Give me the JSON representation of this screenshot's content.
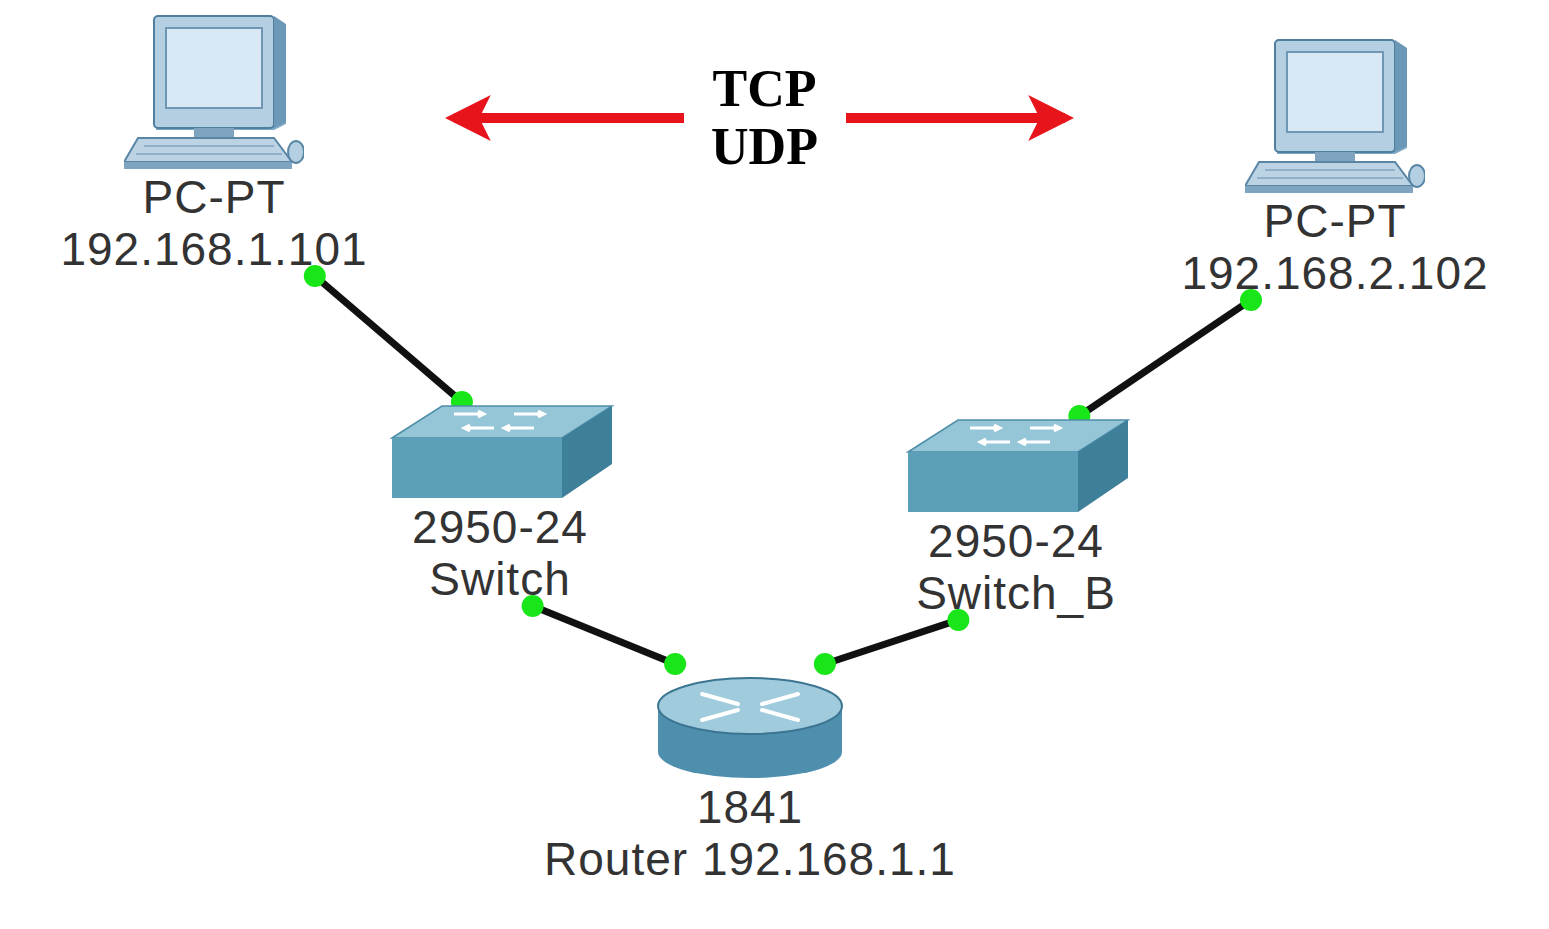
{
  "diagram": {
    "nodes": [
      {
        "text": [
          "PC-PT",
          "192.168.1.101"
        ]
      },
      {
        "text": [
          "PC-PT",
          "192.168.2.102"
        ]
      },
      {
        "text": [
          "2950-24",
          "Switch"
        ]
      },
      {
        "text": [
          "2950-24",
          "Switch_B"
        ]
      },
      {
        "text": [
          "1841",
          "Router 192.168.1.1"
        ]
      }
    ],
    "edges": [
      {
        "from": 0,
        "to": 2,
        "arrow": "none"
      },
      {
        "from": 2,
        "to": 4,
        "arrow": "none"
      },
      {
        "from": 4,
        "to": 3,
        "arrow": "none"
      },
      {
        "from": 3,
        "to": 1,
        "arrow": "none"
      },
      {
        "from": 0,
        "to": 1,
        "label": "TCP UDP",
        "arrow": "both"
      }
    ]
  }
}
